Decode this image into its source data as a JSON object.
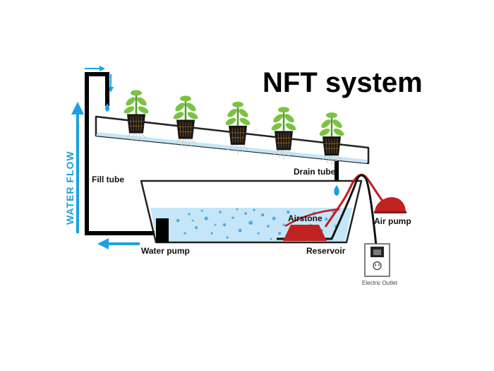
{
  "title": "NFT system",
  "labels": {
    "water_flow": "WATER FLOW",
    "fill_tube": "Fill tube",
    "drain_tube": "Drain tube",
    "airstone": "Airstone",
    "air_pump": "Air pump",
    "water_pump": "Water pump",
    "reservoir": "Reservoir",
    "electric_outlet": "Electric Outlet"
  },
  "colors": {
    "water_blue": "#1ba1e2",
    "water_fill": "#c4e6f8",
    "tube": "#111111",
    "air_line": "#c41a1a",
    "leaf_green": "#7cc242",
    "stem_green": "#4f9a2c"
  }
}
